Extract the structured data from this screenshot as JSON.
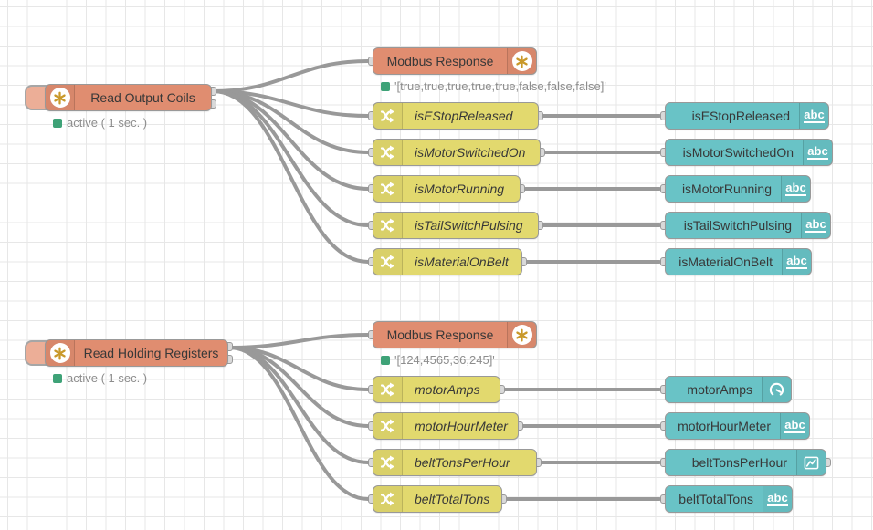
{
  "flow": {
    "reader_coils": {
      "label": "Read Output Coils",
      "status": "active ( 1 sec. )"
    },
    "response_coils": {
      "label": "Modbus Response",
      "status": "'[true,true,true,true,true,false,false,false]'"
    },
    "changes_coils": [
      "isEStopReleased",
      "isMotorSwitchedOn",
      "isMotorRunning",
      "isTailSwitchPulsing",
      "isMaterialOnBelt"
    ],
    "debug_coils": [
      "isEStopReleased",
      "isMotorSwitchedOn",
      "isMotorRunning",
      "isTailSwitchPulsing",
      "isMaterialOnBelt"
    ],
    "reader_registers": {
      "label": "Read Holding Registers",
      "status": "active ( 1 sec. )"
    },
    "response_registers": {
      "label": "Modbus Response",
      "status": "'[124,4565,36,245]'"
    },
    "changes_registers": [
      "motorAmps",
      "motorHourMeter",
      "beltTonsPerHour",
      "beltTotalTons"
    ],
    "debug_registers": [
      "motorAmps",
      "motorHourMeter",
      "beltTonsPerHour",
      "beltTotalTons"
    ]
  },
  "icons": {
    "abc": "abc"
  },
  "colors": {
    "modbus_node": "#E08D70",
    "change_node": "#E2D96E",
    "dashboard_node": "#69C3C6",
    "wire": "#999999",
    "status_ok": "#3EA277",
    "grid_line": "#E7E7E7"
  }
}
